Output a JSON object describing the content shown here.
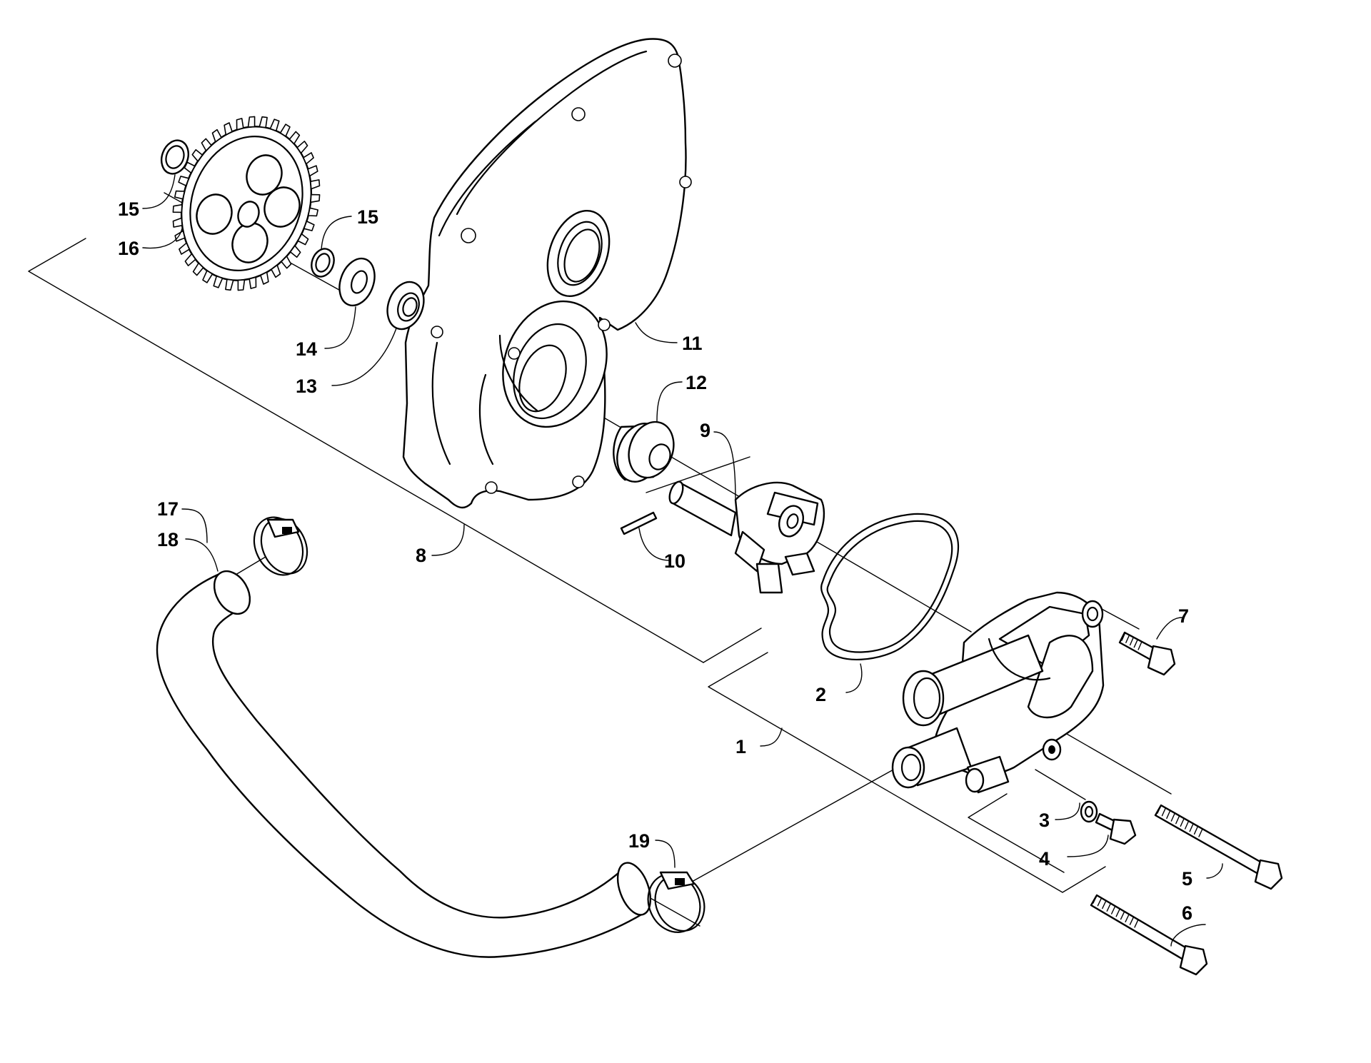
{
  "callouts": {
    "c1": "1",
    "c2": "2",
    "c3": "3",
    "c4": "4",
    "c5": "5",
    "c6": "6",
    "c7": "7",
    "c8": "8",
    "c9": "9",
    "c10": "10",
    "c11": "11",
    "c12": "12",
    "c13": "13",
    "c14": "14",
    "c15a": "15",
    "c15b": "15",
    "c16": "16",
    "c17": "17",
    "c18": "18",
    "c19": "19"
  },
  "colors": {
    "line": "#000000",
    "background": "#ffffff"
  }
}
